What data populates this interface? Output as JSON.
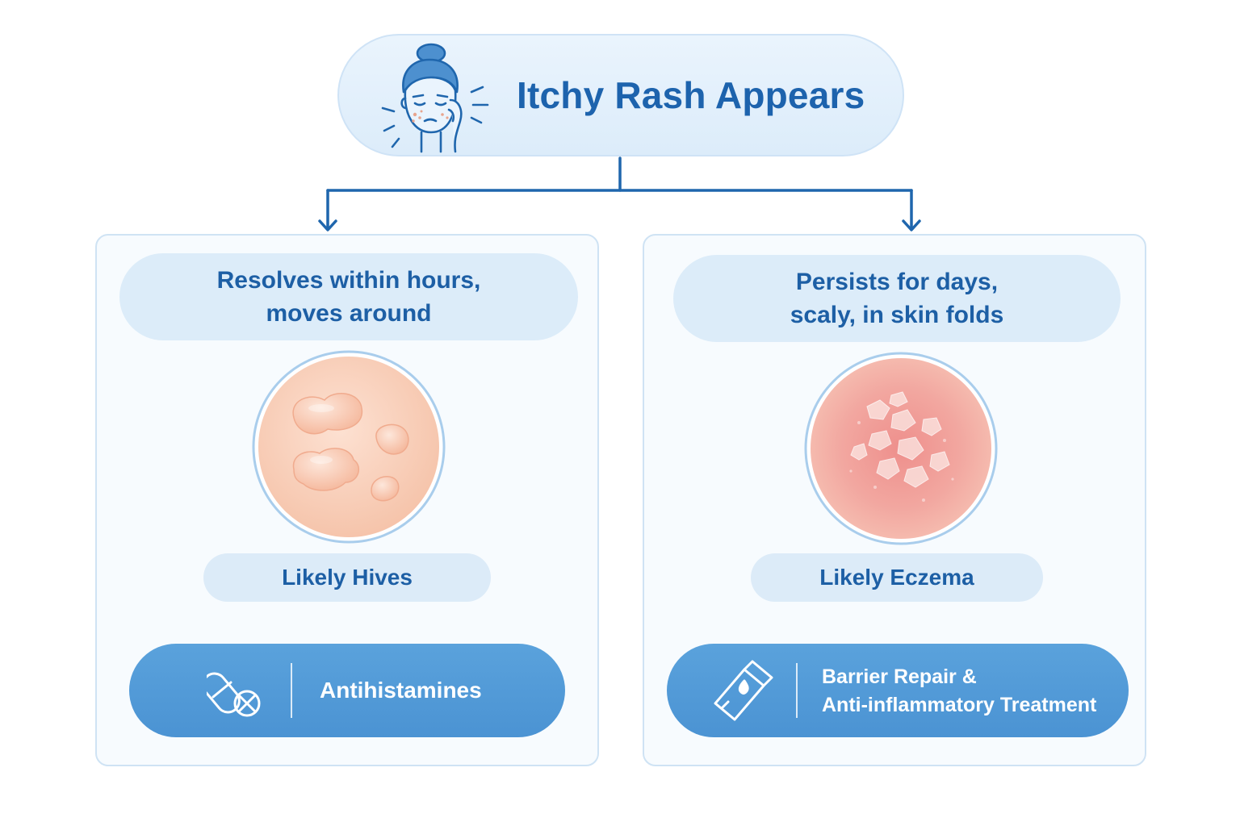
{
  "root": {
    "title": "Itchy Rash Appears",
    "icon": "itchy-face-icon"
  },
  "branches": [
    {
      "condition": [
        "Resolves within hours,",
        "moves around"
      ],
      "image": "hives-skin-illustration",
      "diagnosis": "Likely Hives",
      "treatment": {
        "lines": [
          "Antihistamines"
        ],
        "icon": "pill-capsule-icon"
      }
    },
    {
      "condition": [
        "Persists for days,",
        "scaly, in skin folds"
      ],
      "image": "eczema-skin-illustration",
      "diagnosis": "Likely Eczema",
      "treatment": {
        "lines": [
          "Barrier Repair &",
          "Anti-inflammatory Treatment"
        ],
        "icon": "cream-tube-icon"
      }
    }
  ],
  "colors": {
    "primary_text": "#1d63ad",
    "connector": "#1f66ad",
    "treatment_fill": "#4f97d6",
    "light_fill": "#dcecf9"
  }
}
